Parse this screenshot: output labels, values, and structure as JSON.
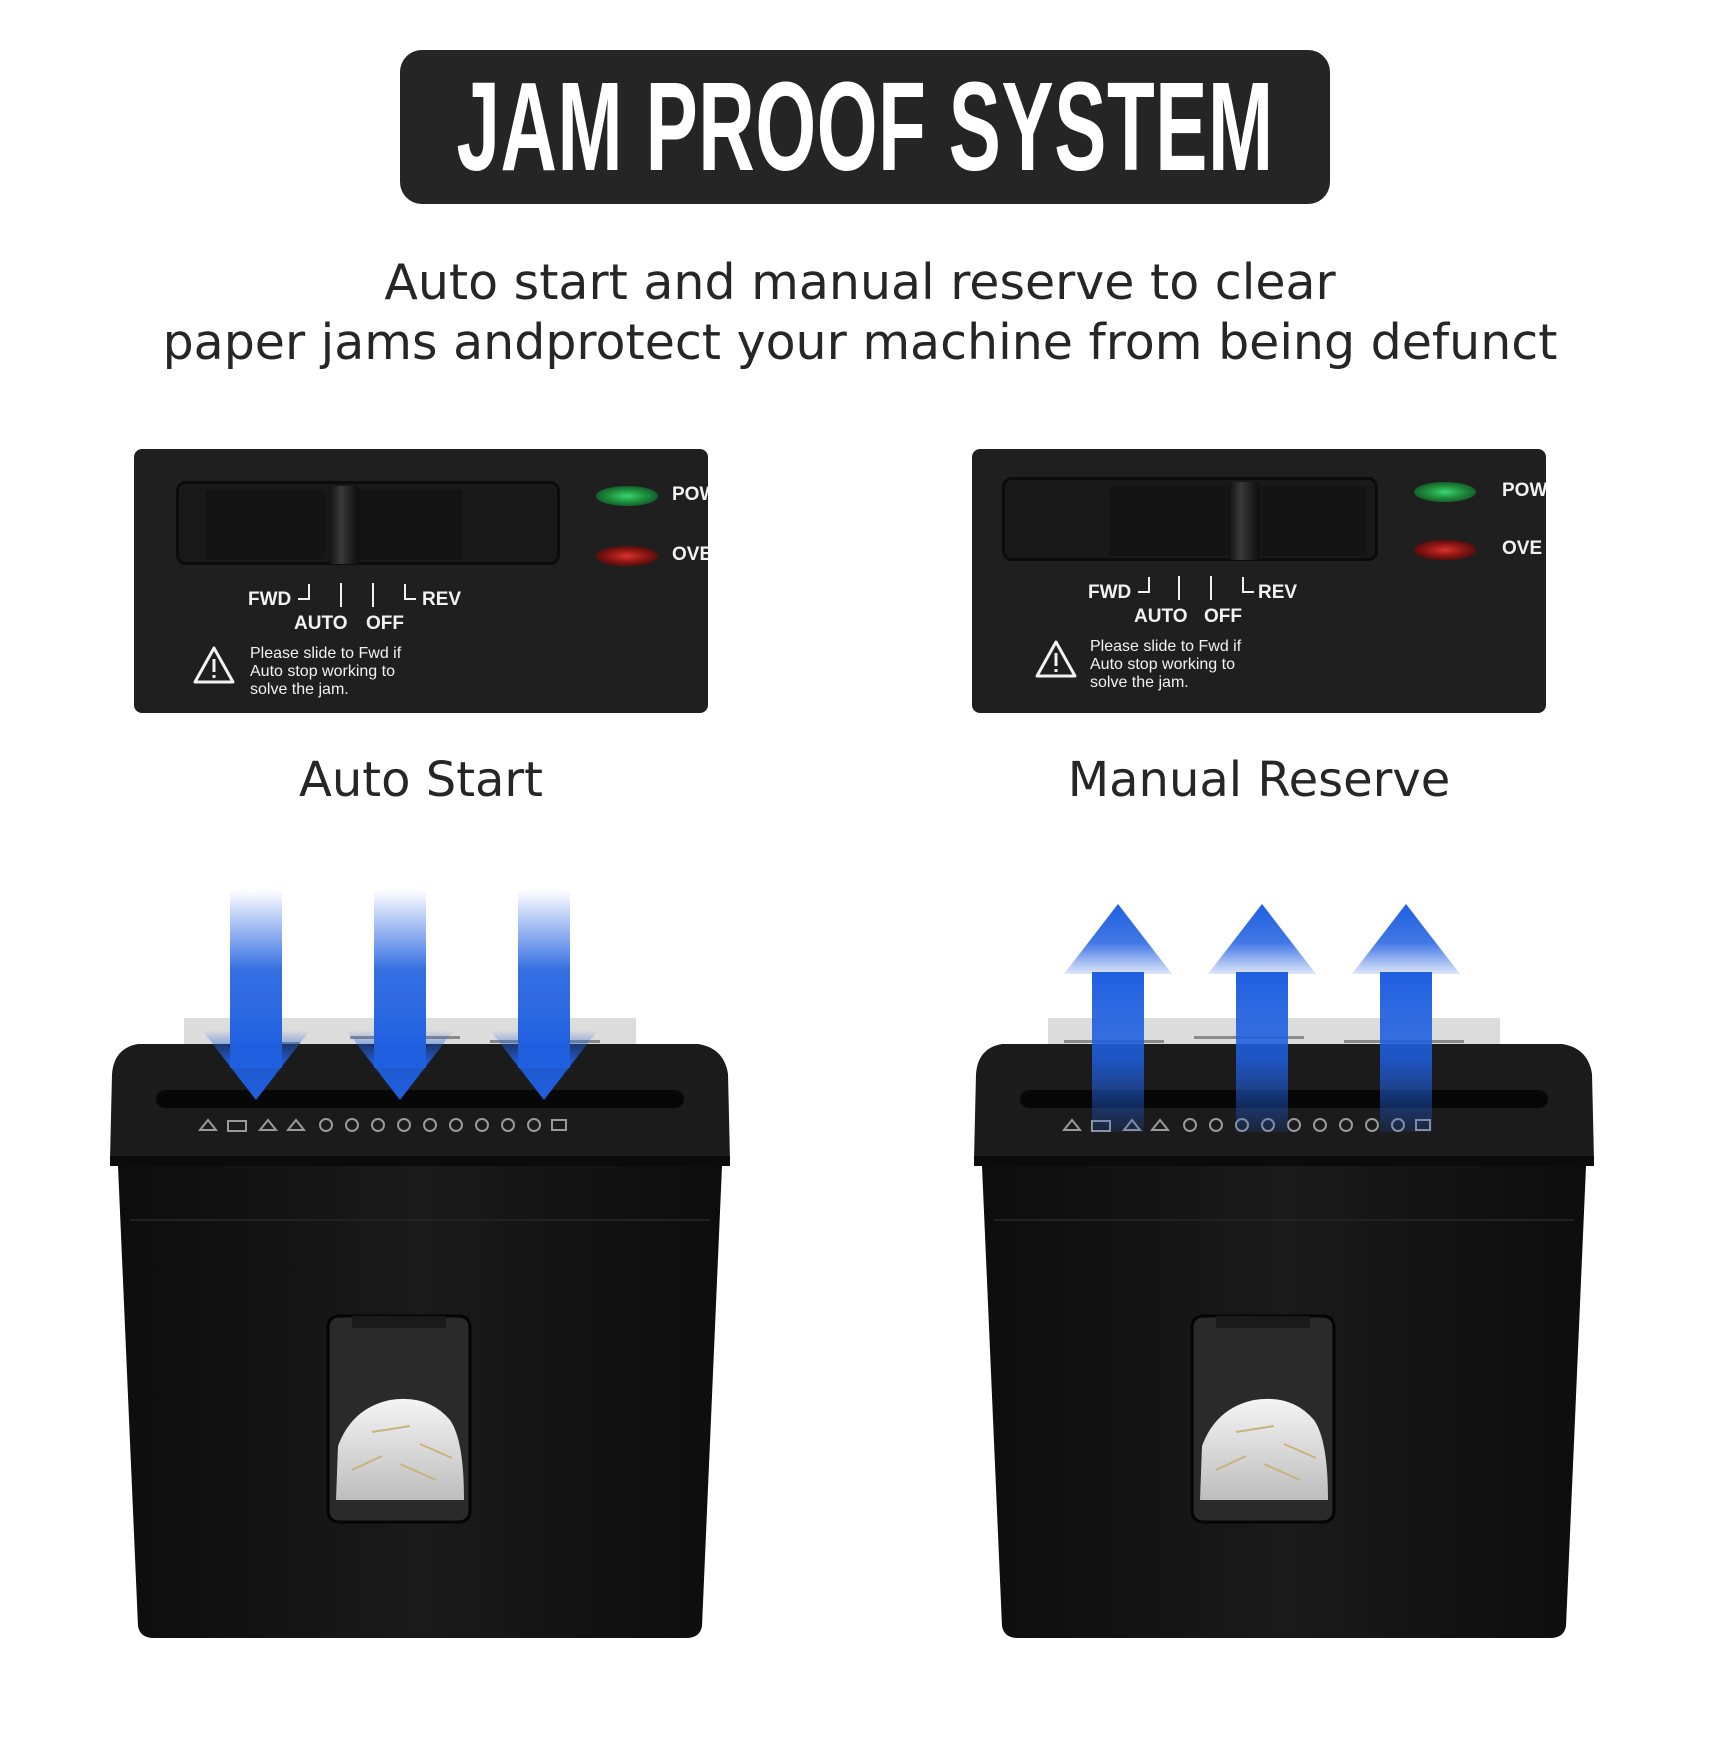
{
  "title": "JAM PROOF SYSTEM",
  "subtitle": {
    "line1": "Auto start and manual reserve to clear",
    "line2": "paper jams andprotect your machine from being defunct"
  },
  "panels": [
    {
      "led_power": "POW",
      "led_over": "OVE",
      "fwd": "FWD",
      "rev": "REV",
      "auto": "AUTO",
      "off": "OFF",
      "warning": [
        "Please slide to Fwd if",
        "Auto stop working to",
        "solve the jam."
      ],
      "caption": "Auto Start"
    },
    {
      "led_power": "POW",
      "led_over": "OVE",
      "fwd": "FWD",
      "rev": "REV",
      "auto": "AUTO",
      "off": "OFF",
      "warning": [
        "Please slide to Fwd if",
        "Auto stop working to",
        "solve the jam."
      ],
      "caption": "Manual Reserve"
    }
  ],
  "colors": {
    "arrow_blue": "#1f5fe0",
    "banner": "#252525",
    "panel": "#1f1f1f",
    "shredder_body": "#151515"
  },
  "icons": [
    "warning-triangle-icon",
    "arrow-down-icon",
    "arrow-up-icon"
  ]
}
